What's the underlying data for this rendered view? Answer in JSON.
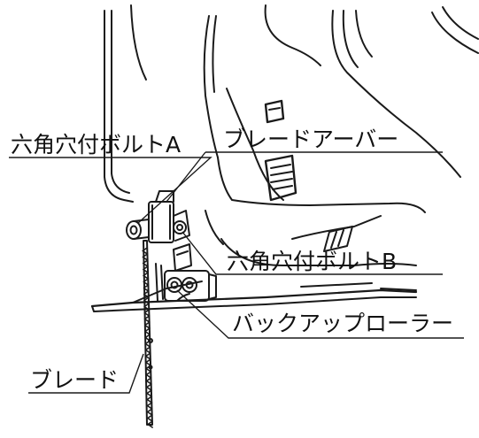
{
  "labels": {
    "hex_bolt_a": "六角穴付ボルトA",
    "blade_arbor": "ブレードアーバー",
    "hex_bolt_b": "六角穴付ボルトB",
    "backup_roller": "バックアップローラー",
    "blade": "ブレード"
  },
  "colors": {
    "ink": "#1a1a1a",
    "background": "#ffffff"
  }
}
